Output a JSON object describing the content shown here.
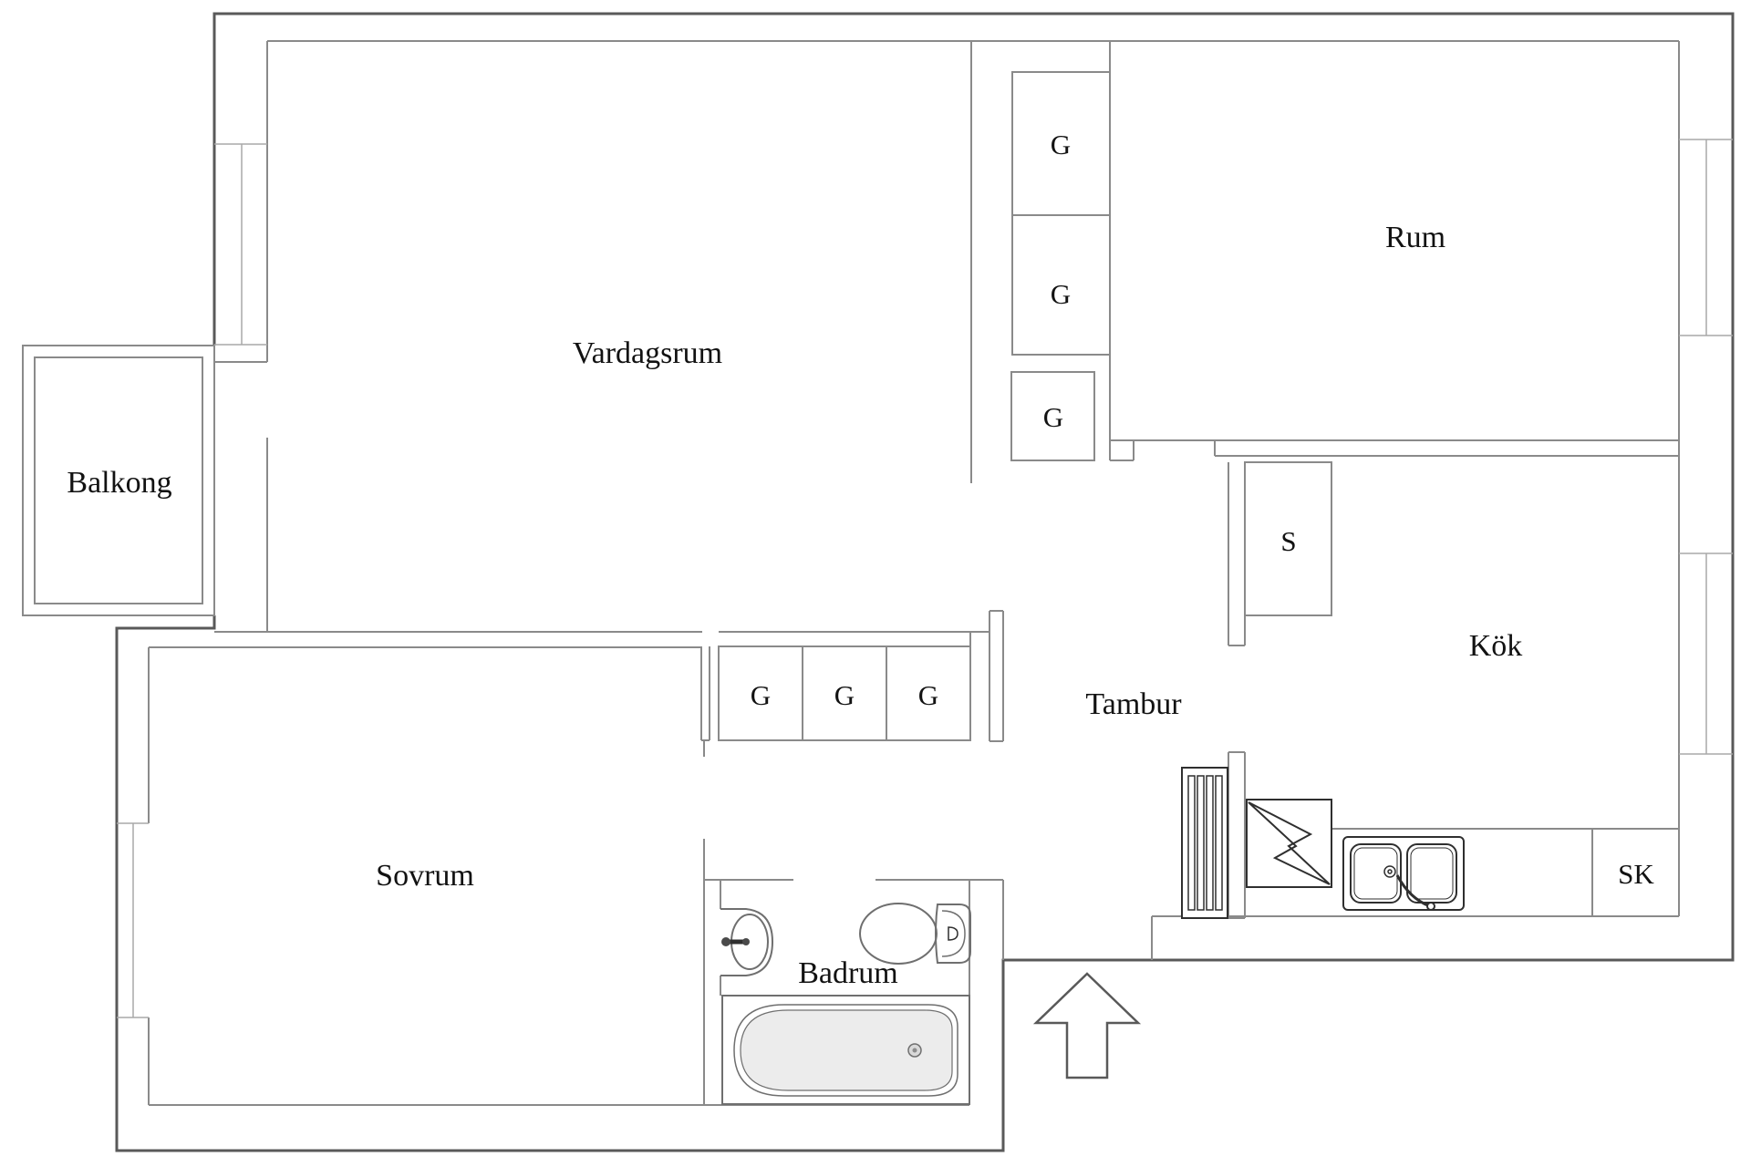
{
  "rooms": {
    "balkong": "Balkong",
    "vardagsrum": "Vardagsrum",
    "rum": "Rum",
    "sovrum": "Sovrum",
    "badrum": "Badrum",
    "tambur": "Tambur",
    "kok": "Kök"
  },
  "closets": {
    "wardrobe": "G",
    "cabinet": "S",
    "cleaning": "SK"
  },
  "colors": {
    "outer_wall": "#595959",
    "inner_wall": "#8a8a8a",
    "light_line": "#a9a9a9",
    "fixture": "#2f2f2f",
    "fixture_soft": "#6f6f6f",
    "text": "#121212",
    "tub_fill": "#ececec",
    "shade": "#e2e2e2"
  }
}
